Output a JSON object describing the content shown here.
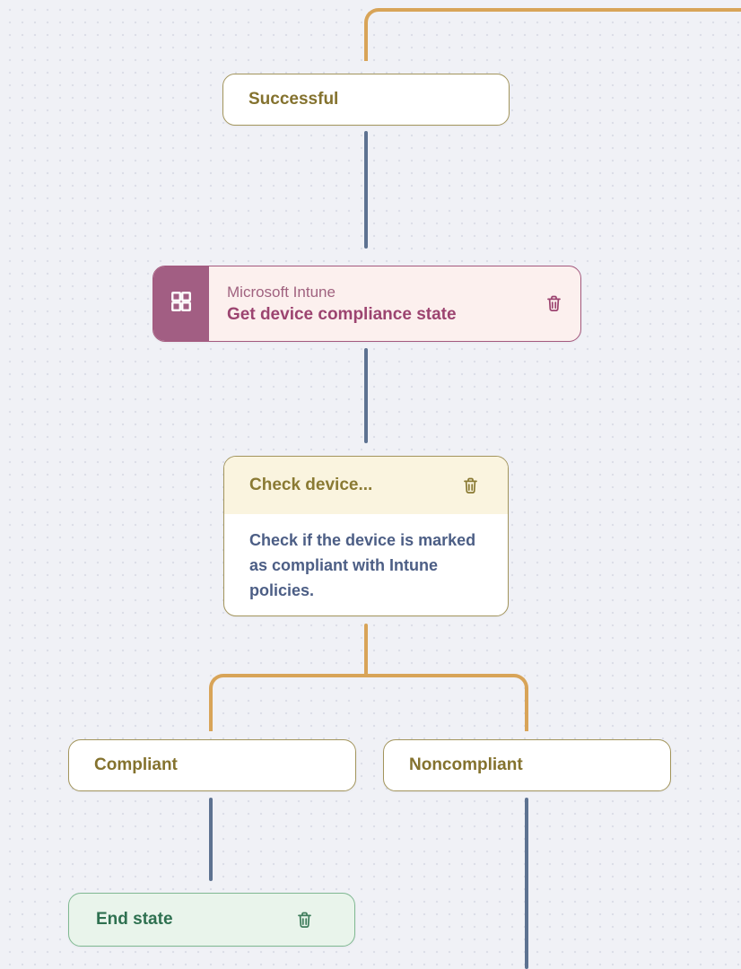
{
  "flow": {
    "branch_successful": {
      "label": "Successful"
    },
    "step_intune": {
      "app_name": "Microsoft Intune",
      "action_name": "Get device compliance state"
    },
    "step_check_device": {
      "title": "Check device...",
      "description": "Check if the device is marked as compliant with Intune policies."
    },
    "branch_compliant": {
      "label": "Compliant"
    },
    "branch_noncompliant": {
      "label": "Noncompliant"
    },
    "step_end_state": {
      "label": "End state"
    }
  },
  "colors": {
    "canvas_bg": "#F0F1F6",
    "canvas_dot": "#DCDEE8",
    "connector_gold": "#D8A458",
    "connector_blue": "#5D7291",
    "path_node_border": "#A3955C",
    "path_node_text": "#84722E",
    "intune_accent": "#A25E83",
    "intune_bg": "#FCF0EE",
    "intune_action_text": "#9C4470",
    "intune_app_text": "#A0627F",
    "condition_header_bg": "#FAF4DF",
    "condition_header_text": "#8A7A33",
    "condition_body_text": "#4C5E85",
    "end_state_bg": "#E9F4EB",
    "end_state_border": "#7FB891",
    "end_state_text": "#2E7050"
  }
}
